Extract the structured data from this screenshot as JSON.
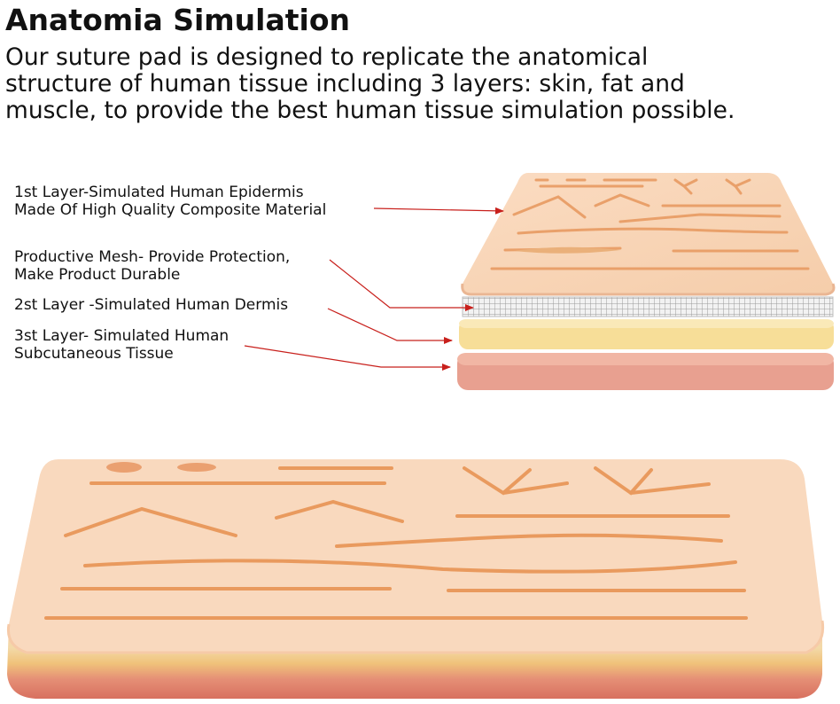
{
  "title": "Anatomia Simulation",
  "description_lines": [
    "Our suture pad is designed to replicate the anatomical",
    "structure of human tissue including 3 layers: skin, fat and",
    "muscle, to provide the best human tissue simulation possible."
  ],
  "layers": [
    {
      "lines": [
        "1st Layer-Simulated Human Epidermis",
        "Made Of High Quality Composite Material"
      ]
    },
    {
      "lines": [
        "Productive Mesh- Provide Protection,",
        "Make Product Durable"
      ]
    },
    {
      "lines": [
        "2st Layer -Simulated Human Dermis"
      ]
    },
    {
      "lines": [
        "3st Layer- Simulated Human",
        "Subcutaneous Tissue"
      ]
    }
  ],
  "colors": {
    "skin": "#f8d3b5",
    "skin_edge": "#eab693",
    "incision": "#e99a5e",
    "mesh": "#d6d6d6",
    "dermis": "#f6dc94",
    "subcutaneous": "#e59a8c",
    "arrow": "#c8201c"
  }
}
